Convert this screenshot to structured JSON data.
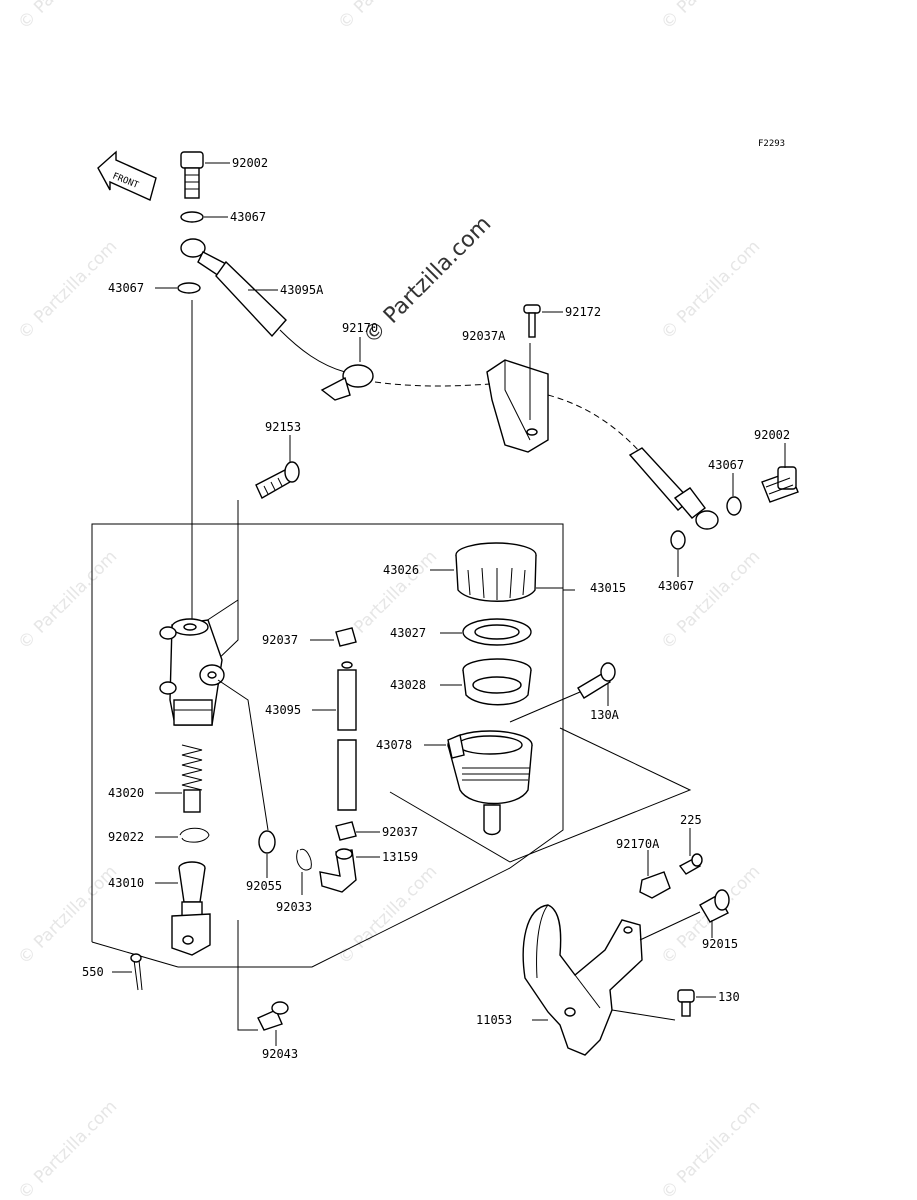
{
  "figure_code": "F2293",
  "front_label": "FRONT",
  "watermark_text": "© Partzilla.com",
  "watermark_count": 14,
  "parts": {
    "p92002a": "92002",
    "p43067a": "43067",
    "p43067b": "43067",
    "p43095a": "43095A",
    "p92170": "92170",
    "p92172": "92172",
    "p92037a": "92037A",
    "p92002b": "92002",
    "p43067c": "43067",
    "p43067d": "43067",
    "p92153": "92153",
    "p43026": "43026",
    "p43015": "43015",
    "p92037b": "92037",
    "p43027": "43027",
    "p43028": "43028",
    "p130a": "130A",
    "p43095": "43095",
    "p43078": "43078",
    "p43020": "43020",
    "p92022": "92022",
    "p92037c": "92037",
    "p13159": "13159",
    "p225": "225",
    "p92170a": "92170A",
    "p43010": "43010",
    "p92055": "92055",
    "p92033": "92033",
    "p92015": "92015",
    "p550": "550",
    "p130": "130",
    "p11053": "11053",
    "p92043": "92043"
  }
}
